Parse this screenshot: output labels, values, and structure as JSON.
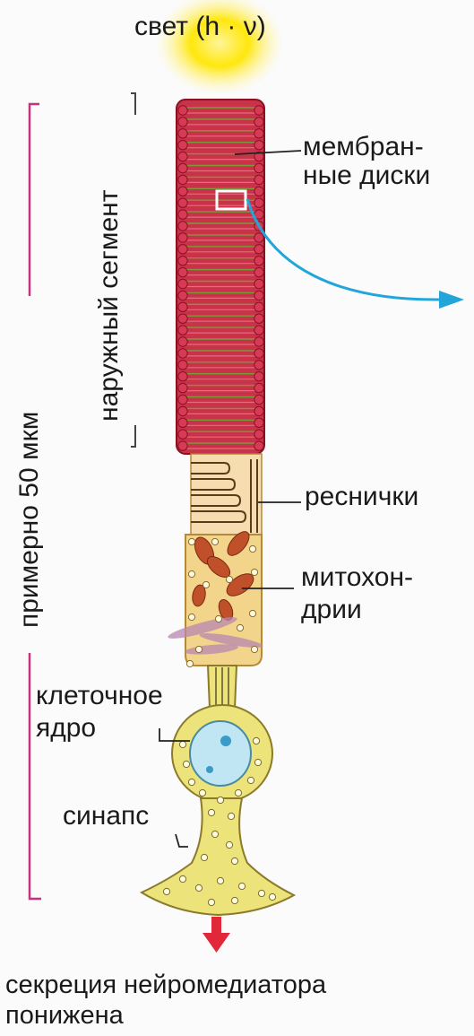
{
  "labels": {
    "light": "свет (h · ν)",
    "membrane_discs_line1": "мембран-",
    "membrane_discs_line2": "ные диски",
    "outer_segment": "наружный сегмент",
    "size_note": "примерно 50 мкм",
    "cilia": "реснички",
    "mitochondria_line1": "митохон-",
    "mitochondria_line2": "дрии",
    "nucleus_line1": "клеточное",
    "nucleus_line2": "ядро",
    "synapse": "синапс",
    "secretion_line1": "секреция нейромедиатора",
    "secretion_line2": "понижена"
  },
  "colors": {
    "outer_segment_fill": "#c9334a",
    "disc_edge": "#b0122e",
    "disc_stripe": "#7a9a3a",
    "inner_segment_fill": "#f2d58a",
    "cell_body_fill": "#ece37a",
    "mitochondria": "#c0502a",
    "nucleus": "#bfe6f2",
    "light_glow": "#ffe600",
    "bracket": "#c8327d",
    "arrow_blue": "#22a6da",
    "arrow_red": "#e0283a"
  }
}
